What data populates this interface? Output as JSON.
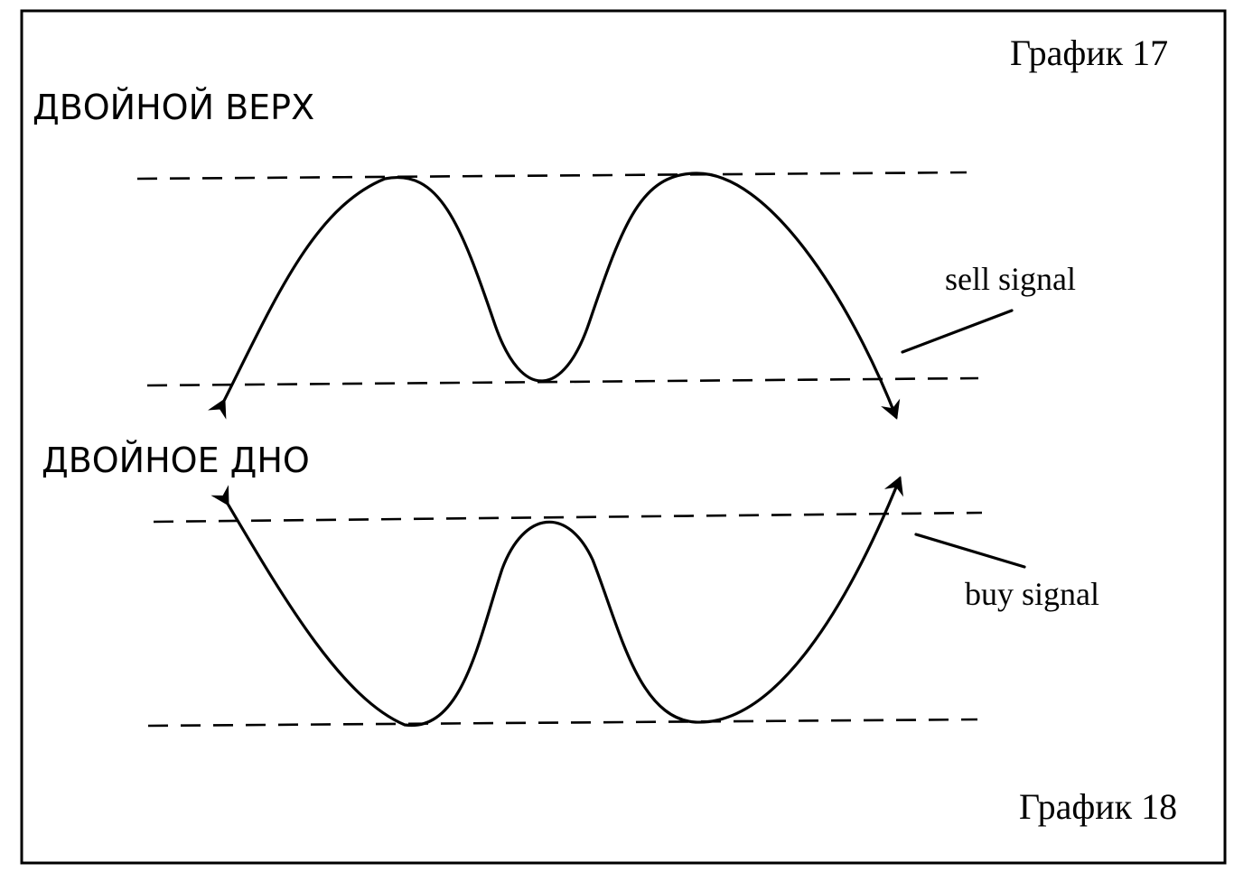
{
  "labels": {
    "chart_top": "График 17",
    "chart_bottom": "График 18",
    "pattern_top": "ДВОЙНОЙ ВЕРХ",
    "pattern_bottom": "ДВОЙНОЕ ДНО",
    "sell": "sell signal",
    "buy": "buy signal"
  },
  "colors": {
    "ink": "#000000",
    "paper": "#ffffff"
  }
}
